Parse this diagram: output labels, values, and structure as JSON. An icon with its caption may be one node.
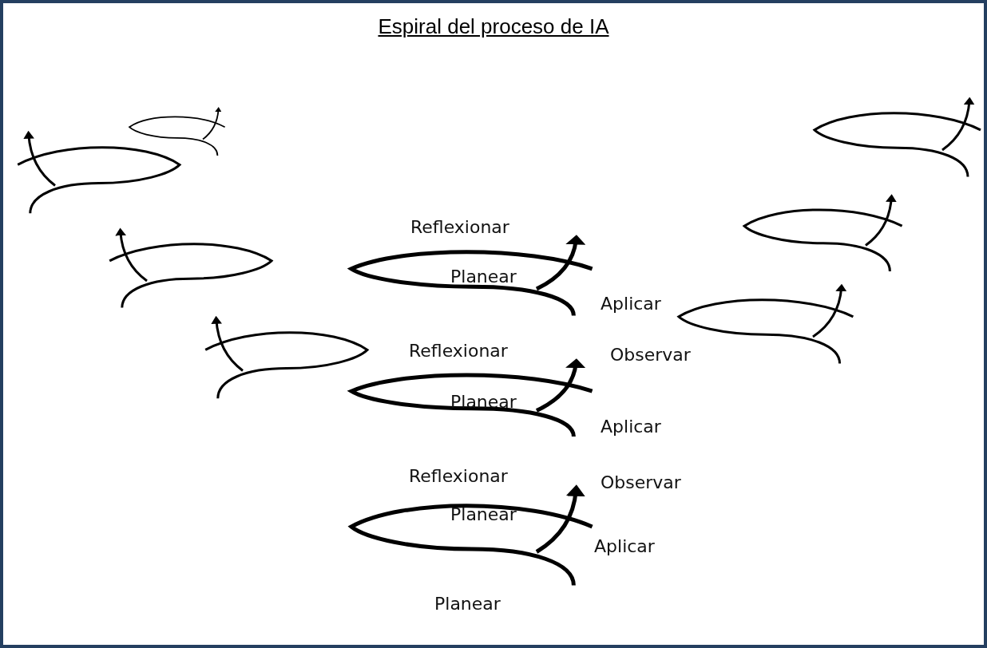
{
  "diagram": {
    "title": "Espiral del proceso de IA",
    "labels": [
      "Reflexionar",
      "Planear",
      "Aplicar",
      "Reflexionar",
      "Observar",
      "Planear",
      "Aplicar",
      "Reflexionar",
      "Observar",
      "Planear",
      "Aplicar",
      "Planear"
    ]
  }
}
